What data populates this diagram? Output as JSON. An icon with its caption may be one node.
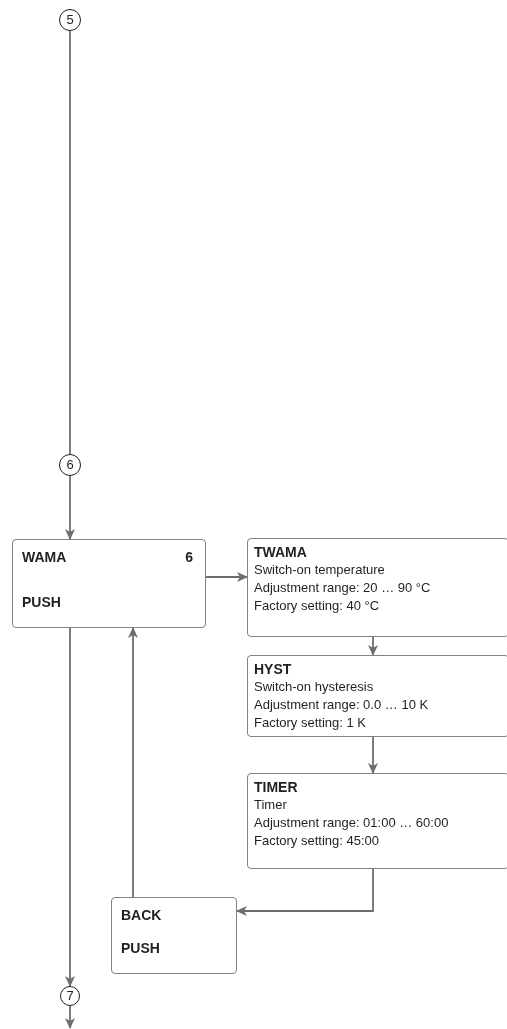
{
  "diagram": {
    "nodes": [
      {
        "text": [
          "5"
        ]
      },
      {
        "text": [
          "6"
        ]
      },
      {
        "text": [
          "WAMA",
          "6",
          "PUSH"
        ]
      },
      {
        "text": [
          "TWAMA",
          "Switch-on temperature",
          "Adjustment range: 20 … 90 °C",
          "Factory setting: 40 °C"
        ]
      },
      {
        "text": [
          "HYST",
          "Switch-on hysteresis",
          "Adjustment range: 0.0 … 10 K",
          "Factory setting: 1 K"
        ]
      },
      {
        "text": [
          "TIMER",
          "Timer",
          "Adjustment range: 01:00 … 60:00",
          "Factory setting: 45:00"
        ]
      },
      {
        "text": [
          "BACK",
          "PUSH"
        ]
      },
      {
        "text": [
          "7"
        ]
      }
    ],
    "edges": [
      {
        "from": 0,
        "to": 1,
        "arrow": "none"
      },
      {
        "from": 1,
        "to": 2,
        "arrow": "to"
      },
      {
        "from": 2,
        "to": 3,
        "arrow": "to"
      },
      {
        "from": 3,
        "to": 4,
        "arrow": "to"
      },
      {
        "from": 4,
        "to": 5,
        "arrow": "to"
      },
      {
        "from": 5,
        "to": 6,
        "arrow": "to"
      },
      {
        "from": 6,
        "to": 2,
        "arrow": "to"
      },
      {
        "from": 2,
        "to": 7,
        "arrow": "to"
      },
      {
        "from": 7,
        "to": null,
        "arrow": "to"
      }
    ]
  }
}
